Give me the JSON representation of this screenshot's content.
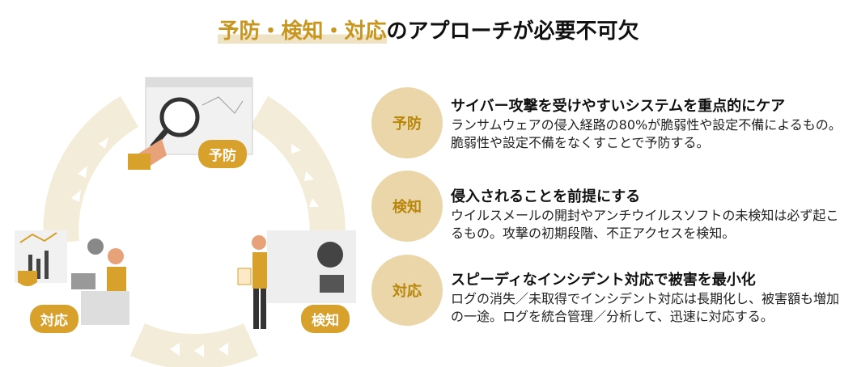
{
  "title": {
    "highlight": "予防・検知・対応",
    "rest": "のアプローチが必要不可欠"
  },
  "badges": {
    "prevent": "予防",
    "detect": "検知",
    "respond": "対応"
  },
  "items": [
    {
      "label": "予防",
      "heading": "サイバー攻撃を受けやすいシステムを重点的にケア",
      "body": "ランサムウェアの侵入経路の80%が脆弱性や設定不備によるもの。脆弱性や設定不備をなくすことで予防する。"
    },
    {
      "label": "検知",
      "heading": "侵入されることを前提にする",
      "body": "ウイルスメールの開封やアンチウイルスソフトの未検知は必ず起こるもの。攻撃の初期段階、不正アクセスを検知。"
    },
    {
      "label": "対応",
      "heading": "スピーディなインシデント対応で被害を最小化",
      "body": "ログの消失／未取得でインシデント対応は長期化し、被害額も増加の一途。ログを統合管理／分析して、迅速に対応する。"
    }
  ],
  "colors": {
    "accent": "#d8a12c",
    "ring": "#f3ecd9",
    "circle": "#ebd6a9",
    "text_accent": "#b8860b"
  }
}
